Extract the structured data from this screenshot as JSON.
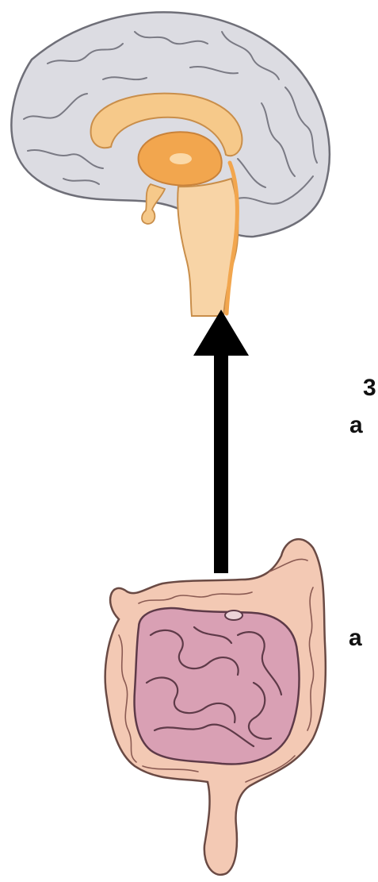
{
  "labels": {
    "top_fragment": "3",
    "middle_fragment": "a",
    "bottom_fragment": "a"
  },
  "icons": {
    "brain": "brain-sagittal-icon",
    "intestine": "digestive-tract-icon",
    "arrow": "arrow-up-icon"
  },
  "colors": {
    "cortex": "#dcdce2",
    "cortex_outline": "#6f6f78",
    "midbrain": "#f6c98a",
    "brainstem": "#f8d4a6",
    "ventricle": "#f2a64e",
    "colon": "#f3c9b4",
    "small_intestine": "#d9a0b4",
    "arrow": "#000000"
  }
}
